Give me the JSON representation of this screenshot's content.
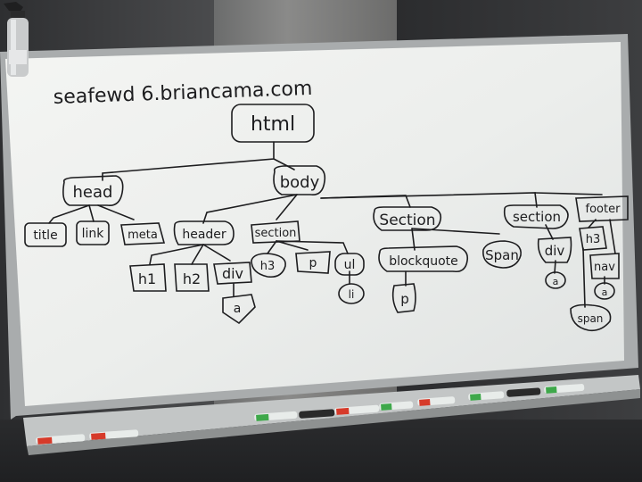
{
  "photo": {
    "url_text": "seafewd 6.briancama.com",
    "nodes": {
      "html": "html",
      "head": "head",
      "body": "body",
      "title": "title",
      "link": "link",
      "meta": "meta",
      "header": "header",
      "section1": "section",
      "section2": "Section",
      "section3": "section",
      "footer": "footer",
      "h1": "h1",
      "h2": "h2",
      "div1": "div",
      "a1": "a",
      "h3a": "h3",
      "p1": "p",
      "ul": "ul",
      "li": "li",
      "blockquote": "blockquote",
      "p2": "p",
      "span1": "Span",
      "div2": "div",
      "a2": "a",
      "h3b": "h3",
      "nav": "nav",
      "a3": "a",
      "span2": "span"
    },
    "colors": {
      "board": "#eef0ee",
      "frame": "#b9bcbd",
      "ink": "#1d1d1f"
    }
  }
}
